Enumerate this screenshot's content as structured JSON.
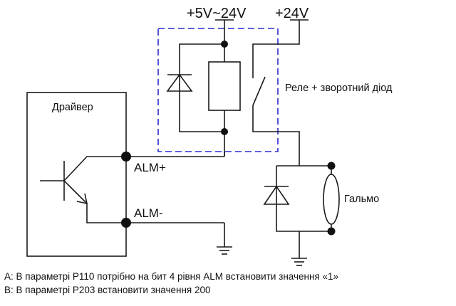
{
  "labels": {
    "supply_variable": "+5V~24V",
    "supply_fixed": "+24V",
    "relay": "Реле + зворотний діод",
    "driver": "Драйвер",
    "alm_plus": "ALM+",
    "alm_minus": "ALM-",
    "brake": "Гальмо"
  },
  "notes": [
    "A: В параметрі P110 потрібно на бит 4 рівня ALM встановити значення «1»",
    "B: В параметрі P203 встановити значення 200"
  ],
  "colors": {
    "wire": "#1a1a1a",
    "relay_box": "#2a2ad0"
  }
}
